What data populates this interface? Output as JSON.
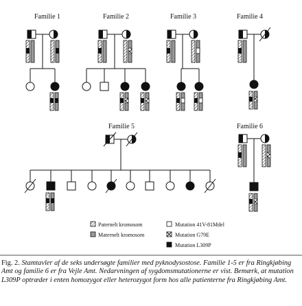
{
  "families": [
    {
      "label": "Familie 1"
    },
    {
      "label": "Familie 2"
    },
    {
      "label": "Familie 3"
    },
    {
      "label": "Familie 4"
    },
    {
      "label": "Familie 5"
    },
    {
      "label": "Familie 6"
    }
  ],
  "legend": {
    "paternal": "Paternelt kromosom",
    "maternal": "Maternelt kromosom",
    "mut1": "Mutation 41V-81Mdel",
    "mut2": "Mutation G79E",
    "mut3": "Mutation L309P"
  },
  "caption": {
    "lead": "Fig. 2.",
    "text": "Stamtavler af de seks undersøgte familier med pyknodysostose. Familie 1-5 er fra Ringkjøbing Amt og familie 6 er fra Vejle Amt. Nedarvningen af sygdomsmutationerne er vist. Bemærk, at mutation L309P optræder i enten homozygot eller heterozygot form hos alle patienterne fra Ringkjøbing Amt."
  },
  "colors": {
    "ink": "#111111",
    "background": "#ffffff",
    "shade": "#9a9a9a"
  }
}
